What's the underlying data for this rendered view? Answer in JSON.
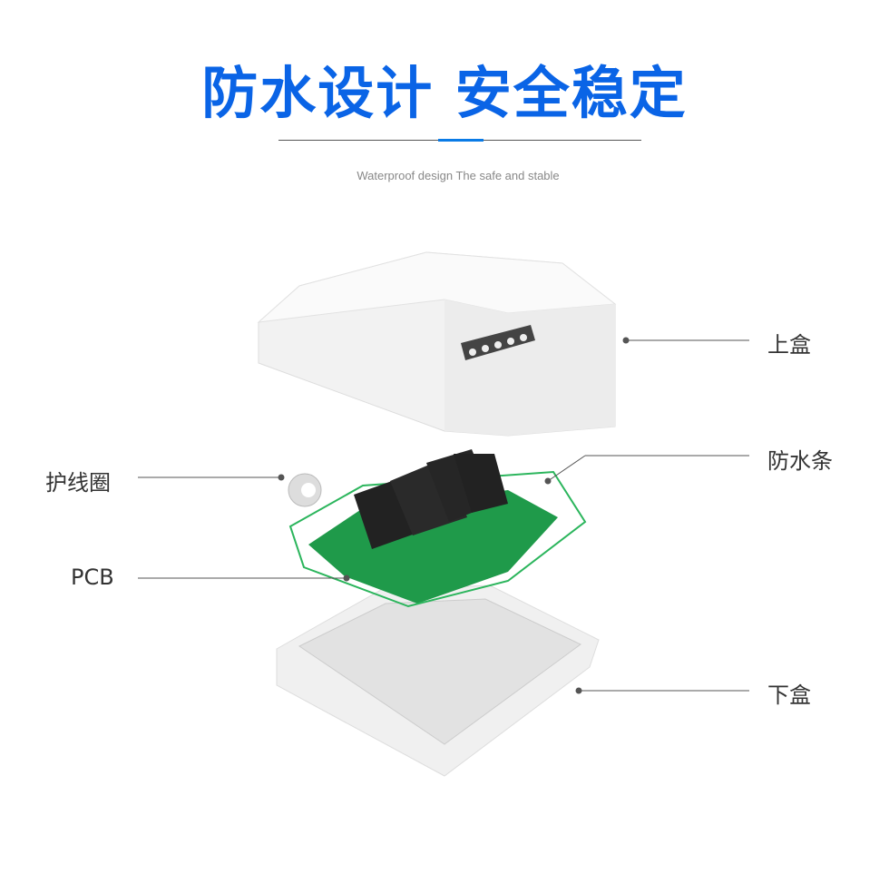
{
  "header": {
    "title": "防水设计 安全稳定",
    "subtitle": "Waterproof design  The safe and stable"
  },
  "labels": {
    "top_case": "上盒",
    "waterproof_strip": "防水条",
    "cable_gland": "护线圈",
    "pcb": "PCB",
    "bottom_case": "下盒"
  },
  "colors": {
    "accent": "#0a64e6",
    "pcb": "#1f9a4a"
  }
}
